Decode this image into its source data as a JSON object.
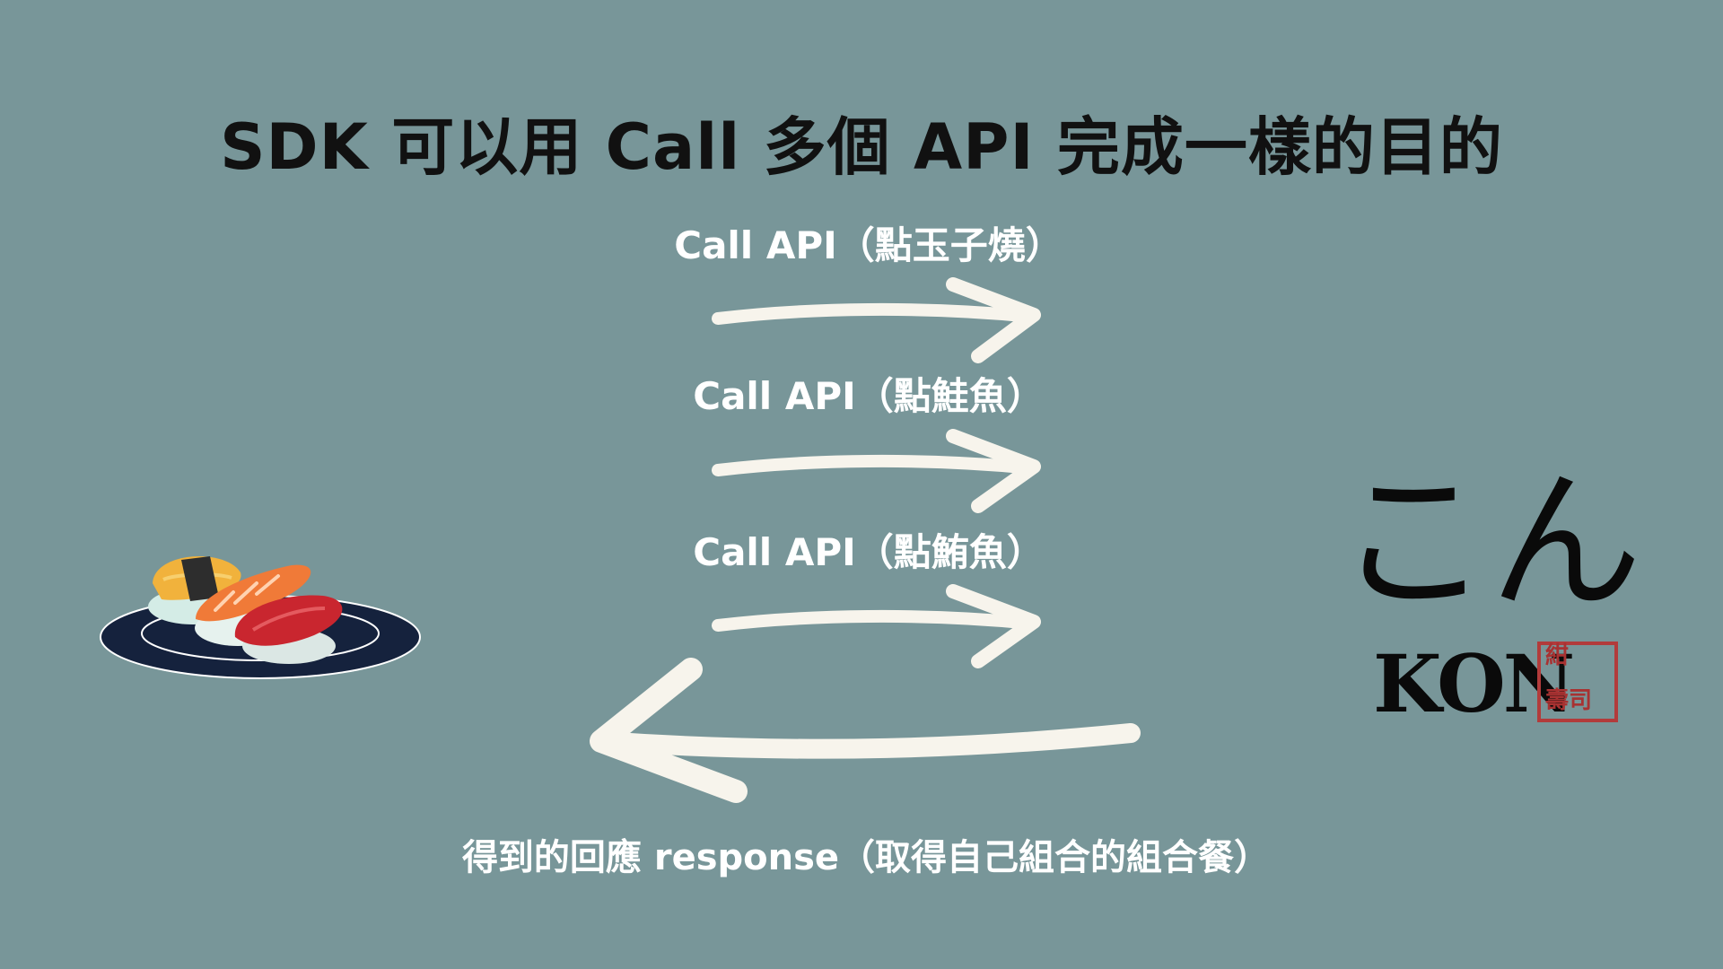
{
  "title": "SDK 可以用 Call 多個 API 完成一樣的目的",
  "requests": [
    {
      "label": "Call API（點玉子燒）"
    },
    {
      "label": "Call API（點鮭魚）"
    },
    {
      "label": "Call API（點鮪魚）"
    }
  ],
  "response": {
    "label": "得到的回應 response（取得自己組合的組合餐）"
  },
  "logo": {
    "kana": "こん",
    "name": "KON",
    "seal_line1": "紺",
    "seal_line2": "壽司"
  },
  "colors": {
    "background": "#789699",
    "arrow": "#f7f4ec",
    "label": "#ffffff",
    "title": "#111111",
    "seal": "#b23b3b"
  }
}
